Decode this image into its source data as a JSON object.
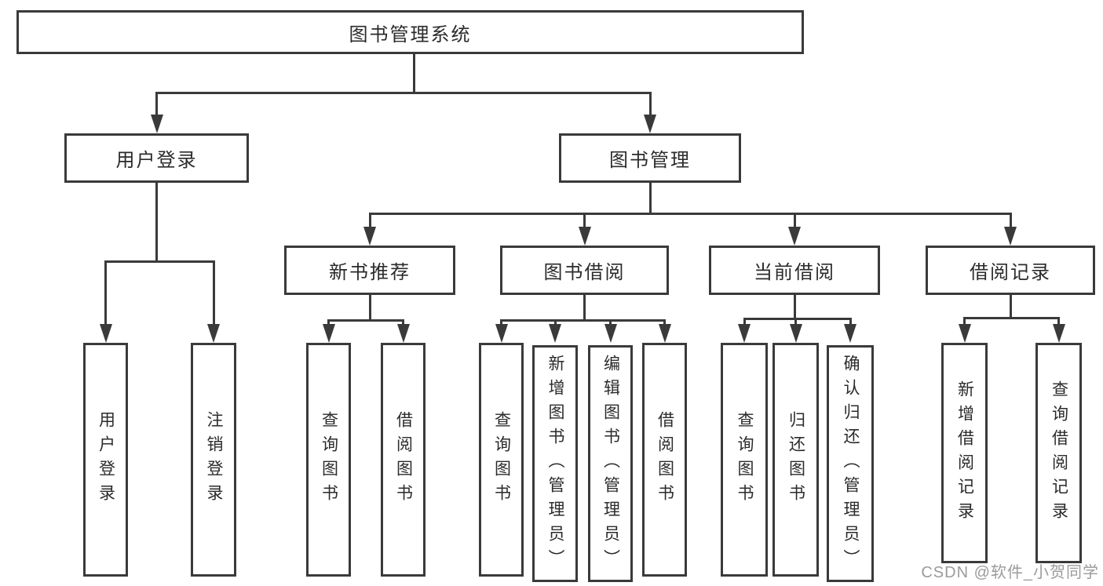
{
  "diagram": {
    "root": {
      "label": "图书管理系统",
      "children": [
        {
          "label": "用户登录",
          "children": [
            {
              "label": "用户登录"
            },
            {
              "label": "注销登录"
            }
          ]
        },
        {
          "label": "图书管理",
          "children": [
            {
              "label": "新书推荐",
              "children": [
                {
                  "label": "查询图书"
                },
                {
                  "label": "借阅图书"
                }
              ]
            },
            {
              "label": "图书借阅",
              "children": [
                {
                  "label": "查询图书"
                },
                {
                  "label": "新增图书（管理员）"
                },
                {
                  "label": "编辑图书（管理员）"
                },
                {
                  "label": "借阅图书"
                }
              ]
            },
            {
              "label": "当前借阅",
              "children": [
                {
                  "label": "查询图书"
                },
                {
                  "label": "归还图书"
                },
                {
                  "label": "确认归还（管理员）"
                }
              ]
            },
            {
              "label": "借阅记录",
              "children": [
                {
                  "label": "新增借阅记录"
                },
                {
                  "label": "查询借阅记录"
                }
              ]
            }
          ]
        }
      ]
    }
  },
  "watermark": {
    "text": "CSDN @软件_小贺同学"
  },
  "colors": {
    "line": "#3a3a3a",
    "text": "#2b2b2b",
    "watermark": "#9b9b9b",
    "background": "#ffffff"
  }
}
